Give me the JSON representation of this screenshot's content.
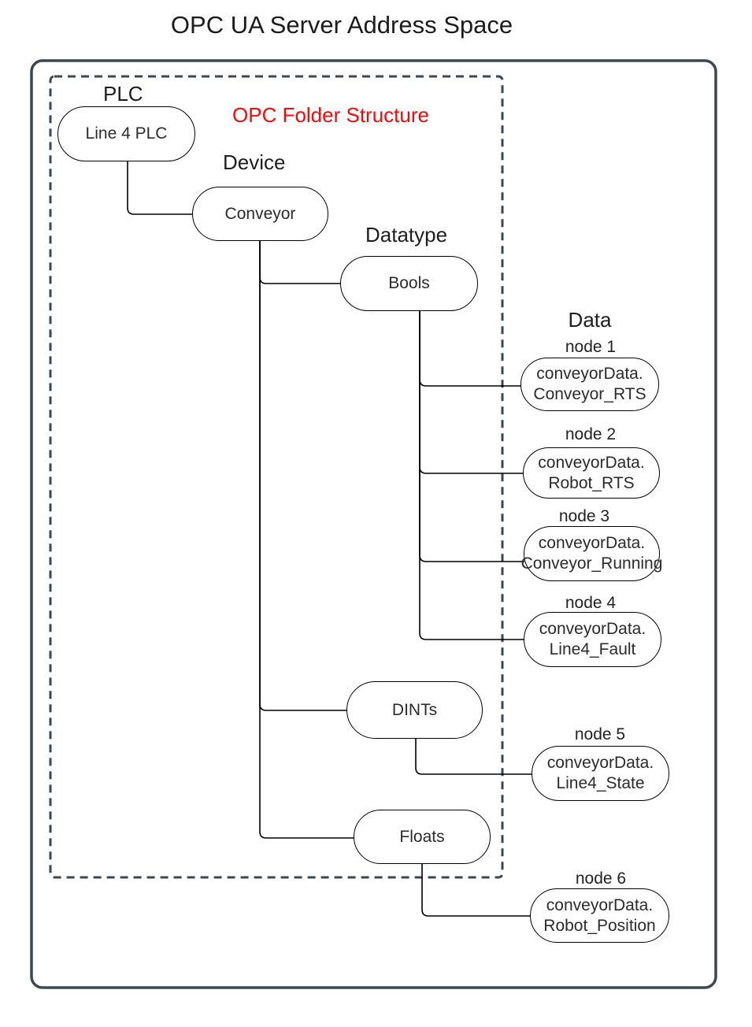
{
  "title": "OPC UA Server Address Space",
  "legend": {
    "folder_structure": "OPC Folder Structure"
  },
  "headers": {
    "plc": "PLC",
    "device": "Device",
    "datatype": "Datatype",
    "data": "Data"
  },
  "folders": {
    "plc_node": "Line 4 PLC",
    "device_node": "Conveyor",
    "datatype_bools": "Bools",
    "datatype_dints": "DINTs",
    "datatype_floats": "Floats"
  },
  "nodes": [
    {
      "label": "node 1",
      "line1": "conveyorData.",
      "line2": "Conveyor_RTS"
    },
    {
      "label": "node 2",
      "line1": "conveyorData.",
      "line2": "Robot_RTS"
    },
    {
      "label": "node 3",
      "line1": "conveyorData.",
      "line2": "Conveyor_Running"
    },
    {
      "label": "node 4",
      "line1": "conveyorData.",
      "line2": "Line4_Fault"
    },
    {
      "label": "node 5",
      "line1": "conveyorData.",
      "line2": "Line4_State"
    },
    {
      "label": "node 6",
      "line1": "conveyorData.",
      "line2": "Robot_Position"
    }
  ],
  "colors": {
    "frame": "#3e4751",
    "connector": "#000000",
    "accent_red": "#ff0505",
    "background": "#ffffff"
  }
}
